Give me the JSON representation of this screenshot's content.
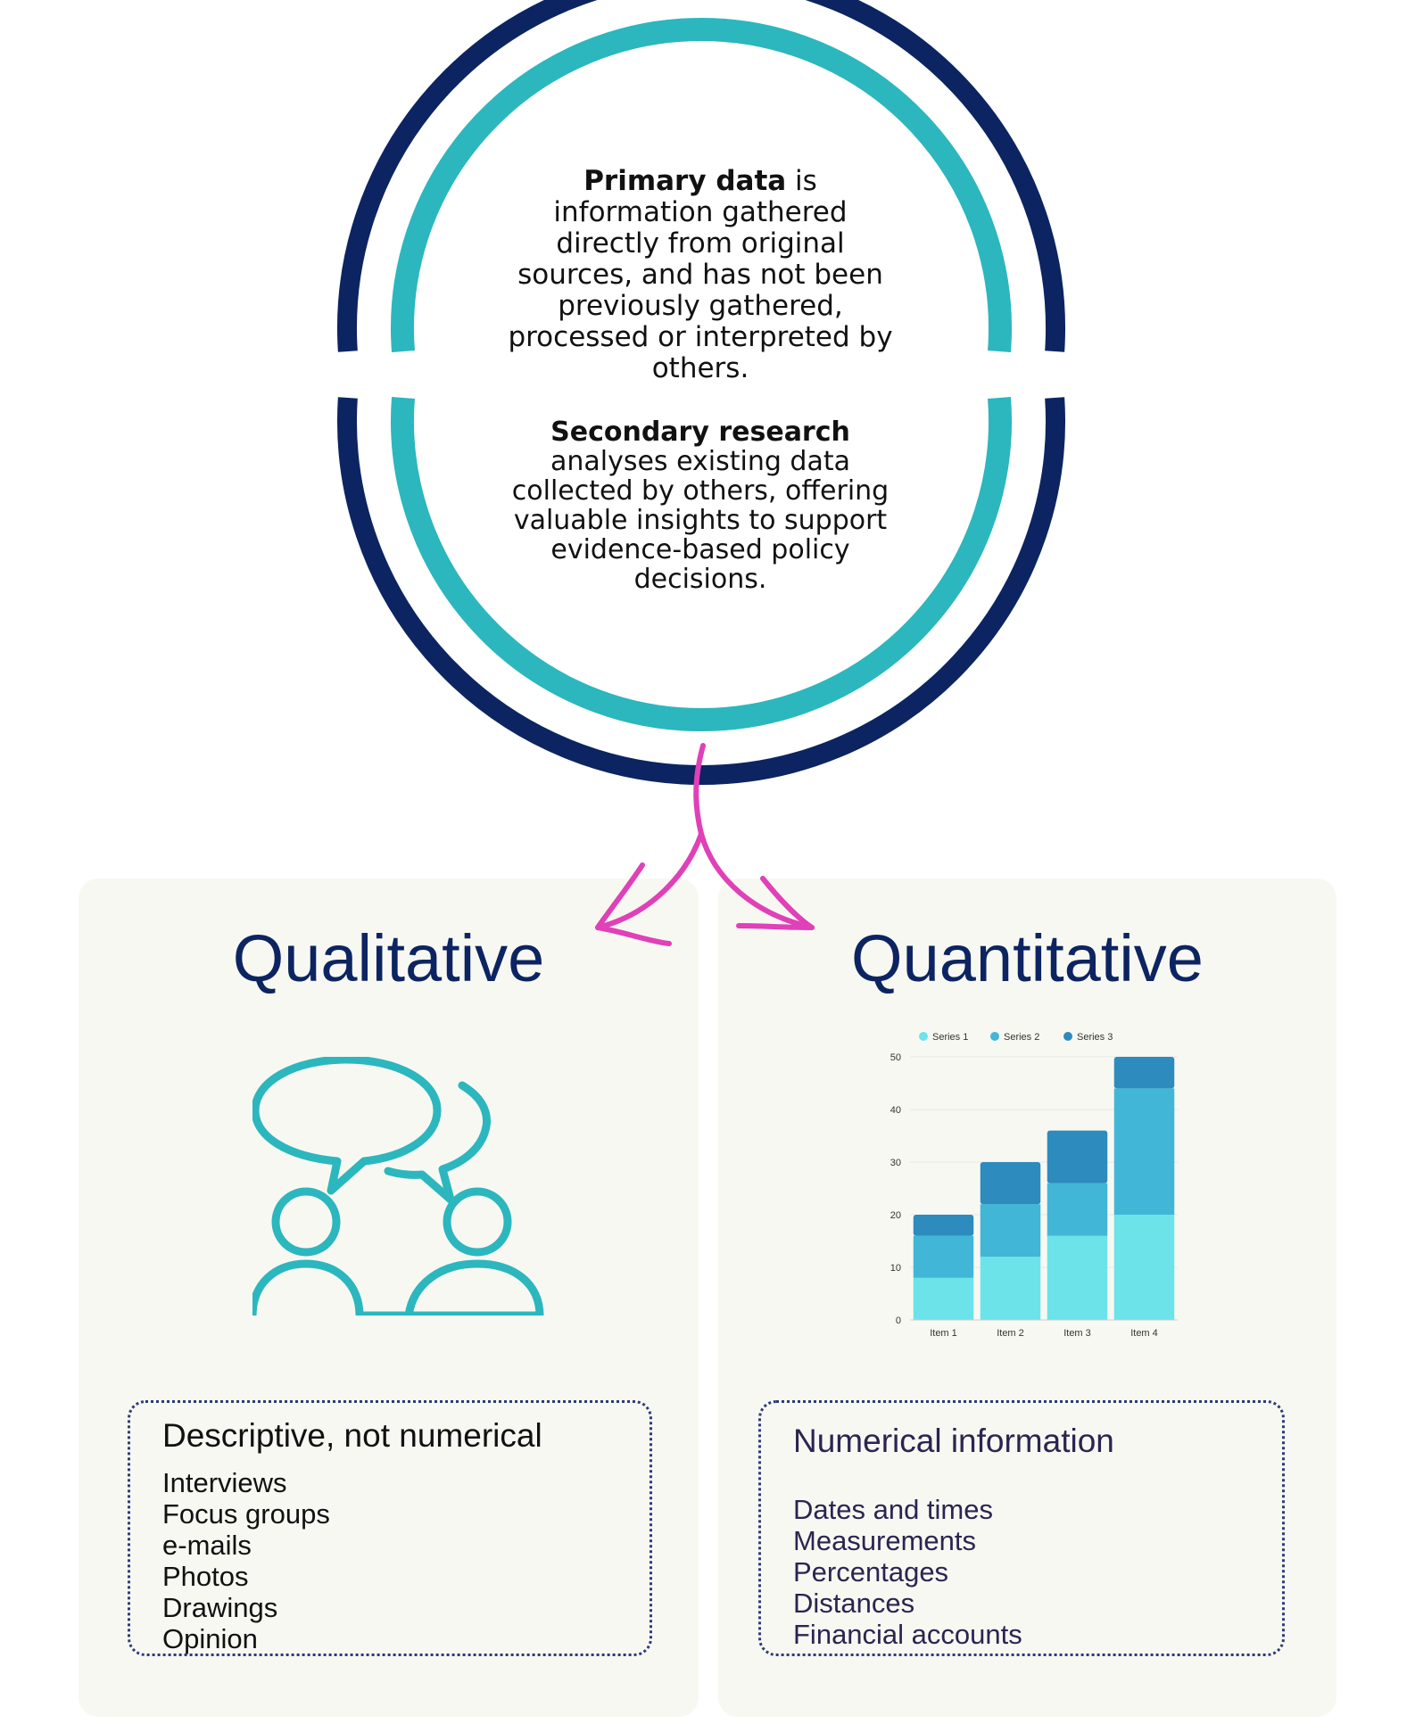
{
  "colors": {
    "outer_ring": "#0c2461",
    "inner_ring": "#2bb7bd",
    "arrow": "#e040b8",
    "title": "#0c2461",
    "icon": "#2bb7bd",
    "panel_bg": "#f8f8f2"
  },
  "circle": {
    "primary": {
      "bold": "Primary data",
      "rest": " is information gathered directly from original sources, and has not been previously gathered, processed or interpreted by others."
    },
    "secondary": {
      "bold": "Secondary research",
      "rest": "analyses existing data collected by others, offering valuable insights to support evidence-based policy decisions."
    }
  },
  "qualitative": {
    "title": "Qualitative",
    "icon": "conversation-people-icon",
    "box_heading": "Descriptive, not numerical",
    "items": [
      "Interviews",
      "Focus groups",
      "e-mails",
      "Photos",
      "Drawings",
      "Opinion"
    ]
  },
  "quantitative": {
    "title": "Quantitative",
    "box_heading": "Numerical information",
    "items": [
      "Dates and times",
      "Measurements",
      "Percentages",
      "Distances",
      "Financial accounts"
    ]
  },
  "chart_data": {
    "type": "bar",
    "stacked": true,
    "categories": [
      "Item 1",
      "Item 2",
      "Item 3",
      "Item 4"
    ],
    "series": [
      {
        "name": "Series 1",
        "color": "#6ce3e8",
        "values": [
          8,
          12,
          16,
          20
        ]
      },
      {
        "name": "Series 2",
        "color": "#41b6d6",
        "values": [
          8,
          10,
          10,
          24
        ]
      },
      {
        "name": "Series 3",
        "color": "#2d8bbd",
        "values": [
          4,
          8,
          10,
          6
        ]
      }
    ],
    "ylim": [
      0,
      50
    ],
    "yticks": [
      0,
      10,
      20,
      30,
      40,
      50
    ],
    "grid": true,
    "legend": "top"
  }
}
